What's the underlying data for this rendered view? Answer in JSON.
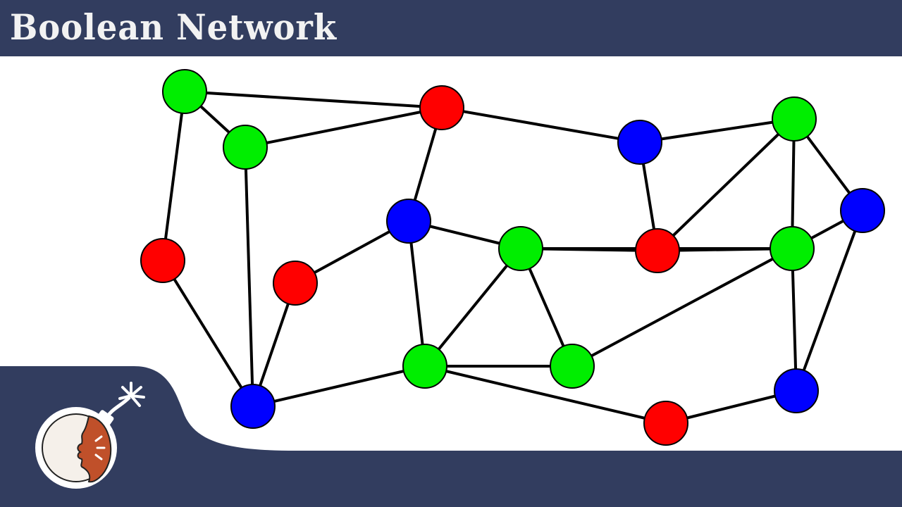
{
  "header": {
    "title": "Boolean Network",
    "background_color": "#323d5f",
    "title_color": "#f2f2f2"
  },
  "footer": {
    "background_color": "#323d5f"
  },
  "logo": {
    "icon": "bomb-face-logo-icon",
    "colors": {
      "rim": "#ffffff",
      "face": "#c0502a",
      "body": "#f5f0ea"
    }
  },
  "diagram": {
    "type": "network-graph",
    "edge_color": "#000000",
    "state_colors": {
      "red": "#ff0000",
      "green": "#00ee00",
      "blue": "#0000ff"
    },
    "nodes": [
      {
        "id": "n1",
        "state": "green"
      },
      {
        "id": "n2",
        "state": "green"
      },
      {
        "id": "n3",
        "state": "red"
      },
      {
        "id": "n4",
        "state": "red"
      },
      {
        "id": "n5",
        "state": "blue"
      },
      {
        "id": "n6",
        "state": "red"
      },
      {
        "id": "n7",
        "state": "blue"
      },
      {
        "id": "n8",
        "state": "green"
      },
      {
        "id": "n9",
        "state": "green"
      },
      {
        "id": "n10",
        "state": "green"
      },
      {
        "id": "n11",
        "state": "blue"
      },
      {
        "id": "n12",
        "state": "red"
      },
      {
        "id": "n13",
        "state": "green"
      },
      {
        "id": "n14",
        "state": "blue"
      },
      {
        "id": "n15",
        "state": "green"
      },
      {
        "id": "n16",
        "state": "blue"
      },
      {
        "id": "n17",
        "state": "red"
      }
    ],
    "edges": [
      [
        "n1",
        "n2"
      ],
      [
        "n1",
        "n3"
      ],
      [
        "n1",
        "n4"
      ],
      [
        "n2",
        "n3"
      ],
      [
        "n2",
        "n5"
      ],
      [
        "n4",
        "n5"
      ],
      [
        "n6",
        "n5"
      ],
      [
        "n6",
        "n7"
      ],
      [
        "n3",
        "n7"
      ],
      [
        "n3",
        "n11"
      ],
      [
        "n7",
        "n8"
      ],
      [
        "n7",
        "n9"
      ],
      [
        "n8",
        "n9"
      ],
      [
        "n8",
        "n10"
      ],
      [
        "n9",
        "n10"
      ],
      [
        "n8",
        "n12"
      ],
      [
        "n5",
        "n9"
      ],
      [
        "n9",
        "n17"
      ],
      [
        "n11",
        "n13"
      ],
      [
        "n11",
        "n12"
      ],
      [
        "n12",
        "n13"
      ],
      [
        "n8",
        "n15"
      ],
      [
        "n12",
        "n15"
      ],
      [
        "n13",
        "n15"
      ],
      [
        "n13",
        "n14"
      ],
      [
        "n15",
        "n14"
      ],
      [
        "n15",
        "n16"
      ],
      [
        "n14",
        "n16"
      ],
      [
        "n16",
        "n17"
      ],
      [
        "n10",
        "n15"
      ]
    ]
  }
}
